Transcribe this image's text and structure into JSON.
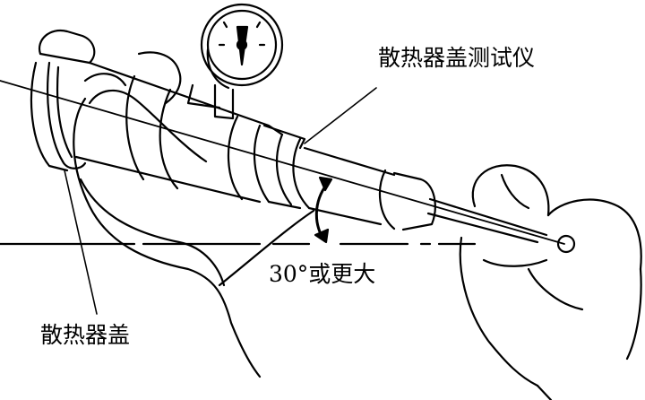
{
  "labels": {
    "tester": "散热器盖测试仪",
    "angle": "30°或更大",
    "cap": "散热器盖"
  },
  "colors": {
    "ink": "#000000",
    "paper": "#ffffff"
  }
}
